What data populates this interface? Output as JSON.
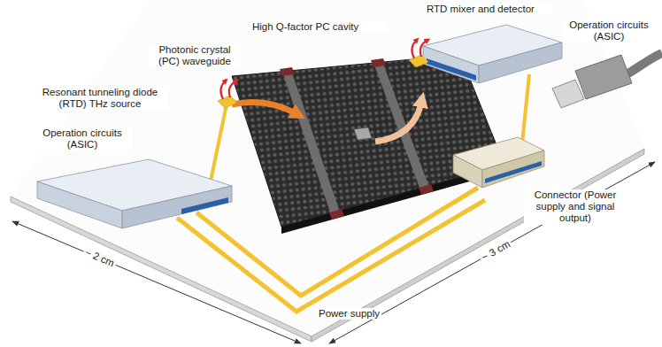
{
  "diagram": {
    "labels": [
      "RTD mixer and detector",
      "High Q-factor PC cavity",
      "Photonic crystal (PC) waveguide",
      "Operation circuits (ASIC)",
      "Resonant tunneling diode (RTD) THz source",
      "Operation circuits (ASIC)",
      "Connector (Power supply and signal output)",
      "~ 3 cm",
      "~ 2 cm",
      "Power supply"
    ]
  }
}
